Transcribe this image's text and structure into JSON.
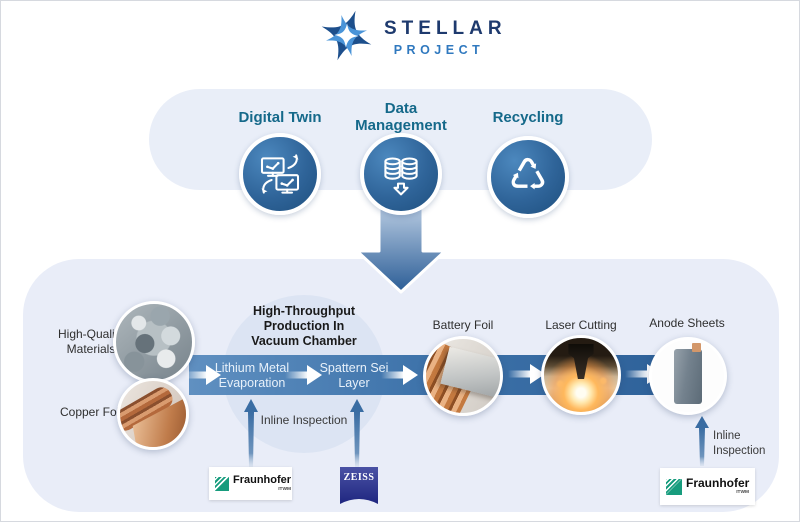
{
  "logo": {
    "title": "STELLAR",
    "subtitle": "PROJECT"
  },
  "pillars": {
    "items": [
      {
        "label": "Digital Twin",
        "icon": "digital-twin-icon"
      },
      {
        "label": "Data Management",
        "icon": "database-icon"
      },
      {
        "label": "Recycling",
        "icon": "recycling-icon",
        "glyph": "♺"
      }
    ]
  },
  "flow": {
    "inputs": [
      {
        "label": "High-Quality Materials"
      },
      {
        "label": "Copper Foil"
      }
    ],
    "chamber": {
      "title": "High-Throughput Production In Vacuum Chamber",
      "steps": [
        "Lithium Metal Evaporation",
        "Spattern Sei Layer"
      ],
      "inline_inspection": "Inline Inspection"
    },
    "outputs": [
      {
        "label": "Battery Foil"
      },
      {
        "label": "Laser Cutting"
      },
      {
        "label": "Anode Sheets"
      }
    ],
    "right_inspection": "Inline Inspection"
  },
  "partners": {
    "fraunhofer_left": {
      "name": "Fraunhofer",
      "institute": "ITWM"
    },
    "zeiss": {
      "name": "ZEISS"
    },
    "fraunhofer_right": {
      "name": "Fraunhofer",
      "institute": "ITWM"
    }
  },
  "colors": {
    "star_blue_dark": "#1d4f8c",
    "star_blue_light": "#4a94d8",
    "pillar_label": "#15698a",
    "circle_blue": "#1e4f7e",
    "band_blue": "#3f74ab",
    "panel_bg": "#e9edf8",
    "fraunhofer_green": "#179c7d",
    "zeiss_blue": "#242b87"
  }
}
